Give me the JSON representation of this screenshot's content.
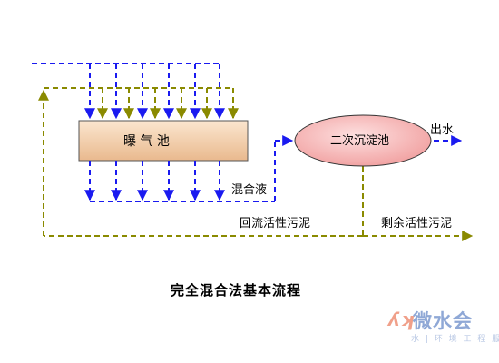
{
  "nodes": {
    "aeration_tank": "曝 气 池",
    "secondary_clarifier": "二次沉淀池"
  },
  "labels": {
    "effluent": "出水",
    "mixed_liquor": "混合液",
    "return_sludge": "回流活性污泥",
    "excess_sludge": "剩余活性污泥"
  },
  "title": "完全混合法基本流程",
  "watermark": {
    "logo": "ʎʞ",
    "name": "微水会",
    "tagline": "水 | 环 境 工 程 服 务 商"
  },
  "colors": {
    "water_line": "#1a1af0",
    "sludge_line": "#8a8a00",
    "tank_fill_top": "#fbe6cf",
    "tank_fill_bottom": "#e9b98e",
    "clarifier_fill": "#f4c0c0"
  }
}
